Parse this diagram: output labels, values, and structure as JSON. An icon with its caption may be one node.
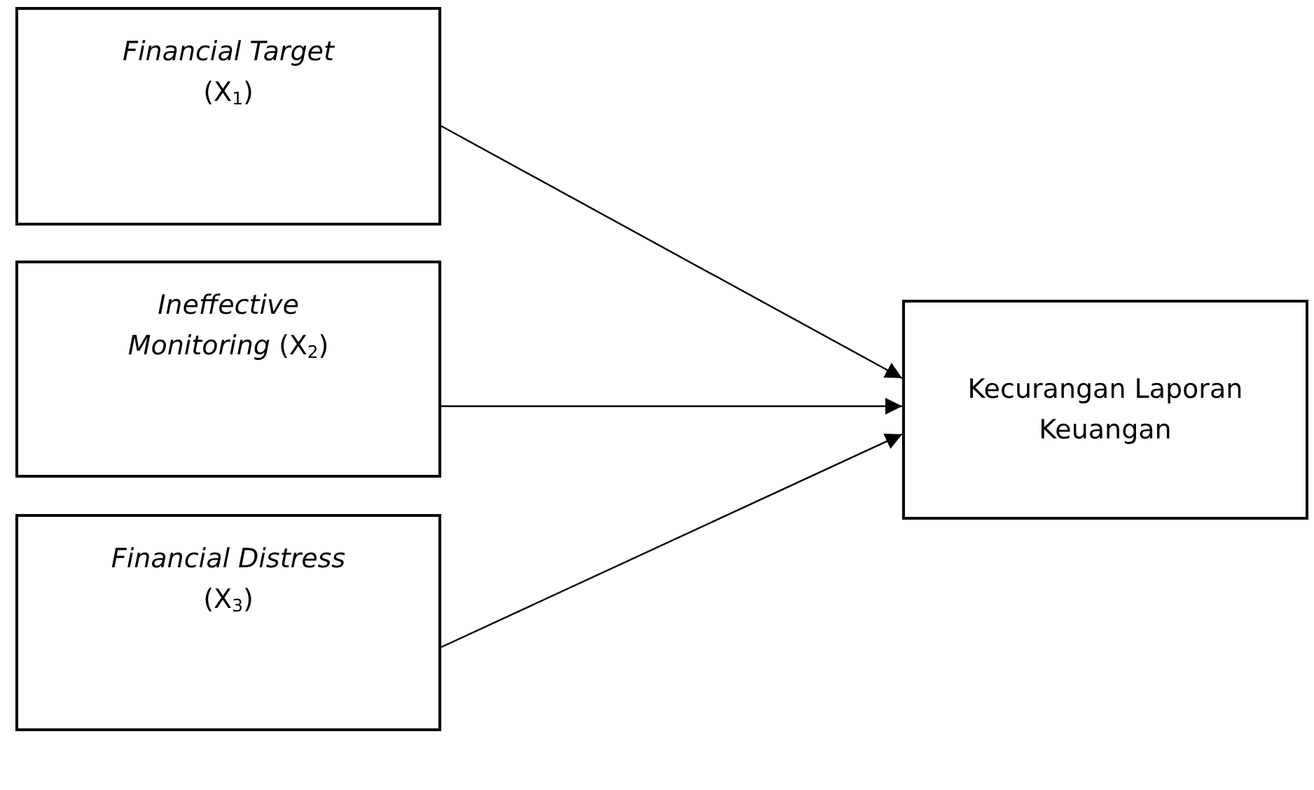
{
  "diagram": {
    "nodes": [
      {
        "text": [
          "*Financial Target* (X$_{1}$)"
        ]
      },
      {
        "text": [
          "*Ineffective Monitoring* (X$_{2}$)"
        ]
      },
      {
        "text": [
          "*Financial Distress* (X$_{3}$)"
        ]
      },
      {
        "text": [
          "Kecurangan Laporan Keuangan"
        ]
      }
    ],
    "edges": [
      {
        "from": 0,
        "to": 3,
        "arrow": "to"
      },
      {
        "from": 1,
        "to": 3,
        "arrow": "to"
      },
      {
        "from": 2,
        "to": 3,
        "arrow": "to"
      }
    ]
  }
}
